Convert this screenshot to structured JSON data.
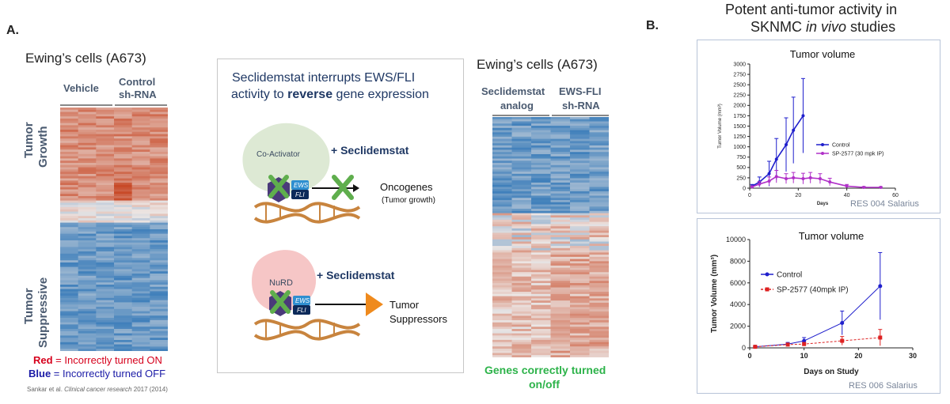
{
  "panel_a": {
    "label": "A.",
    "left": {
      "title": "Ewing’s cells (A673)",
      "col_vehicle": "Vehicle",
      "col_control_1": "Control",
      "col_control_2": "sh-RNA",
      "row_growth_1": "Tumor",
      "row_growth_2": "Growth",
      "row_suppressive_1": "Tumor",
      "row_suppressive_2": "Suppressive",
      "legend_red_key": "Red",
      "legend_red_text": " = Incorrectly turned ON",
      "legend_blue_key": "Blue",
      "legend_blue_text": " = Incorrectly turned OFF",
      "citation_prefix": "Sankar et al. ",
      "citation_journal": "Clinical cancer research",
      "citation_suffix": " 2017 (2014)",
      "colors": {
        "red": "#d6001c",
        "blue": "#1a1aa6"
      }
    },
    "mechanism": {
      "title_1": "Seclidemstat interrupts EWS/FLI",
      "title_2_pre": "activity to ",
      "title_2_bold": "reverse",
      "title_2_post": " gene expression",
      "coactivator": "Co-Activator",
      "plus_1": "+ Seclidemstat",
      "oncogenes": "Oncogenes",
      "oncogenes_sub": "(Tumor growth)",
      "nurd": "NuRD",
      "plus_2": "+ Seclidemstat",
      "suppressors_1": "Tumor",
      "suppressors_2": "Suppressors",
      "ews": "EWS",
      "fli": "FLI",
      "colors": {
        "title": "#1f3864",
        "coactivator": "#dde9d4",
        "nurd": "#f6c6c6",
        "dna": "#c8843e",
        "cross": "#5fae4d",
        "arrow": "#ef8a1d"
      }
    },
    "right": {
      "title": "Ewing’s cells (A673)",
      "col_1a": "Seclidemstat",
      "col_1b": "analog",
      "col_2a": "EWS-FLI",
      "col_2b": "sh-RNA",
      "caption_1": "Genes correctly turned",
      "caption_2": "on/off",
      "colors": {
        "caption": "#2db34a"
      }
    }
  },
  "panel_b": {
    "label": "B.",
    "title_1": "Potent anti-tumor activity in",
    "title_2_pre": "SKNMC ",
    "title_2_italic": "in vivo",
    "title_2_post": " studies",
    "chart1_footer": "RES 004 Salarius",
    "chart2_footer": "RES 006 Salarius"
  },
  "chart_data": [
    {
      "type": "line",
      "title": "Tumor volume",
      "xlabel": "Days",
      "ylabel": "Tumor Volume (mm³)",
      "xlim": [
        0,
        60
      ],
      "ylim": [
        0,
        3000
      ],
      "xticks": [
        0,
        20,
        40,
        60
      ],
      "yticks": [
        0,
        250,
        500,
        750,
        1000,
        1250,
        1500,
        1750,
        2000,
        2250,
        2500,
        2750,
        3000
      ],
      "legend_position": "right",
      "series": [
        {
          "name": "Control",
          "color": "#1f1fcc",
          "x": [
            1,
            4,
            8,
            11,
            15,
            18,
            22
          ],
          "y": [
            50,
            150,
            350,
            700,
            1050,
            1400,
            1750
          ],
          "err": [
            40,
            120,
            300,
            500,
            650,
            800,
            900
          ]
        },
        {
          "name": "SP-2577 (30 mpk IP)",
          "color": "#b030c8",
          "x": [
            1,
            4,
            8,
            11,
            15,
            18,
            22,
            25,
            29,
            33,
            40,
            47,
            54
          ],
          "y": [
            30,
            100,
            170,
            280,
            230,
            250,
            230,
            250,
            230,
            150,
            50,
            20,
            20
          ],
          "err": [
            20,
            60,
            100,
            150,
            120,
            130,
            130,
            130,
            120,
            90,
            40,
            20,
            15
          ]
        }
      ]
    },
    {
      "type": "line",
      "title": "Tumor volume",
      "xlabel": "Days on Study",
      "ylabel": "Tumor Volume (mm³)",
      "xlim": [
        0,
        30
      ],
      "ylim": [
        0,
        10000
      ],
      "xticks": [
        0,
        10,
        20,
        30
      ],
      "yticks": [
        0,
        2000,
        4000,
        6000,
        8000,
        10000
      ],
      "legend_position": "top-left",
      "series": [
        {
          "name": "Control",
          "color": "#1f1fcc",
          "x": [
            1,
            7,
            10,
            17,
            24
          ],
          "y": [
            100,
            350,
            650,
            2300,
            5700
          ],
          "err": [
            50,
            150,
            300,
            1100,
            3100
          ]
        },
        {
          "name": "SP-2577 (40mpk IP)",
          "color": "#dd2222",
          "x": [
            1,
            7,
            10,
            17,
            24
          ],
          "y": [
            100,
            300,
            350,
            650,
            950
          ],
          "err": [
            50,
            100,
            150,
            400,
            750
          ]
        }
      ]
    }
  ]
}
